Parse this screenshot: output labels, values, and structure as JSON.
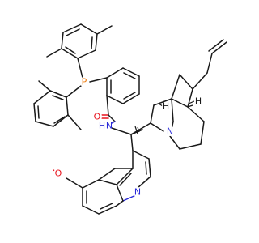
{
  "molecule": {
    "atoms": {
      "phosphorus": "P",
      "oxygen_carbonyl": "O",
      "oxygen_methoxy": "O",
      "nitrogen_amide": "N",
      "hydrogen_amide": "H",
      "nitrogen_quinuclidine": "N",
      "nitrogen_quinoline": "N",
      "hydrogen_stereo_1": "H",
      "hydrogen_stereo_2": "H"
    },
    "colors": {
      "bond": "#1a1a1a",
      "oxygen": "#e8141e",
      "nitrogen": "#2a2ad8",
      "phosphorus": "#ee7b0c",
      "background": "#ffffff"
    }
  }
}
